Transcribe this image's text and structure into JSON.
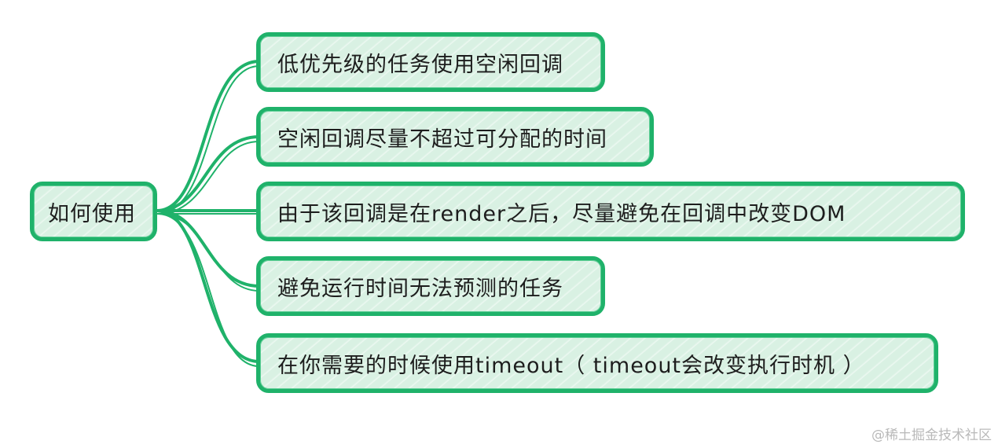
{
  "root": {
    "label": "如何使用"
  },
  "branches": [
    {
      "label": "低优先级的任务使用空闲回调"
    },
    {
      "label": "空闲回调尽量不超过可分配的时间"
    },
    {
      "label": "由于该回调是在render之后，尽量避免在回调中改变DOM"
    },
    {
      "label": "避免运行时间无法预测的任务"
    },
    {
      "label": "在你需要的时候使用timeout（ timeout会改变执行时机 ）"
    }
  ],
  "watermark": "@稀土掘金技术社区",
  "colors": {
    "stroke": "#1fb26a",
    "fill": "#d9f1e3",
    "text": "#1d1d1d"
  }
}
